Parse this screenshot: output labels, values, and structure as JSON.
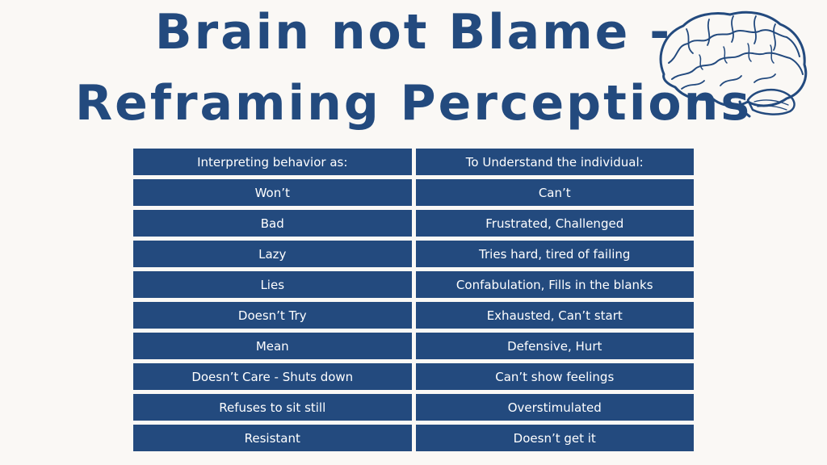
{
  "title": {
    "line1": "Brain not Blame -",
    "line2": "Reframing Perceptions"
  },
  "image": {
    "icon": "brain-illustration",
    "color": "#234a7e"
  },
  "colors": {
    "accent": "#234a7e",
    "background": "#faf8f5",
    "cell_text": "#ffffff"
  },
  "table": {
    "headers": [
      "Interpreting behavior as:",
      "To Understand the individual:"
    ],
    "rows": [
      [
        "Won’t",
        "Can’t"
      ],
      [
        "Bad",
        "Frustrated, Challenged"
      ],
      [
        "Lazy",
        "Tries hard, tired of failing"
      ],
      [
        "Lies",
        "Confabulation, Fills in the blanks"
      ],
      [
        "Doesn’t Try",
        "Exhausted, Can’t start"
      ],
      [
        "Mean",
        "Defensive, Hurt"
      ],
      [
        "Doesn’t Care - Shuts down",
        "Can’t show feelings"
      ],
      [
        "Refuses to sit still",
        "Overstimulated"
      ],
      [
        "Resistant",
        "Doesn’t get it"
      ]
    ]
  }
}
